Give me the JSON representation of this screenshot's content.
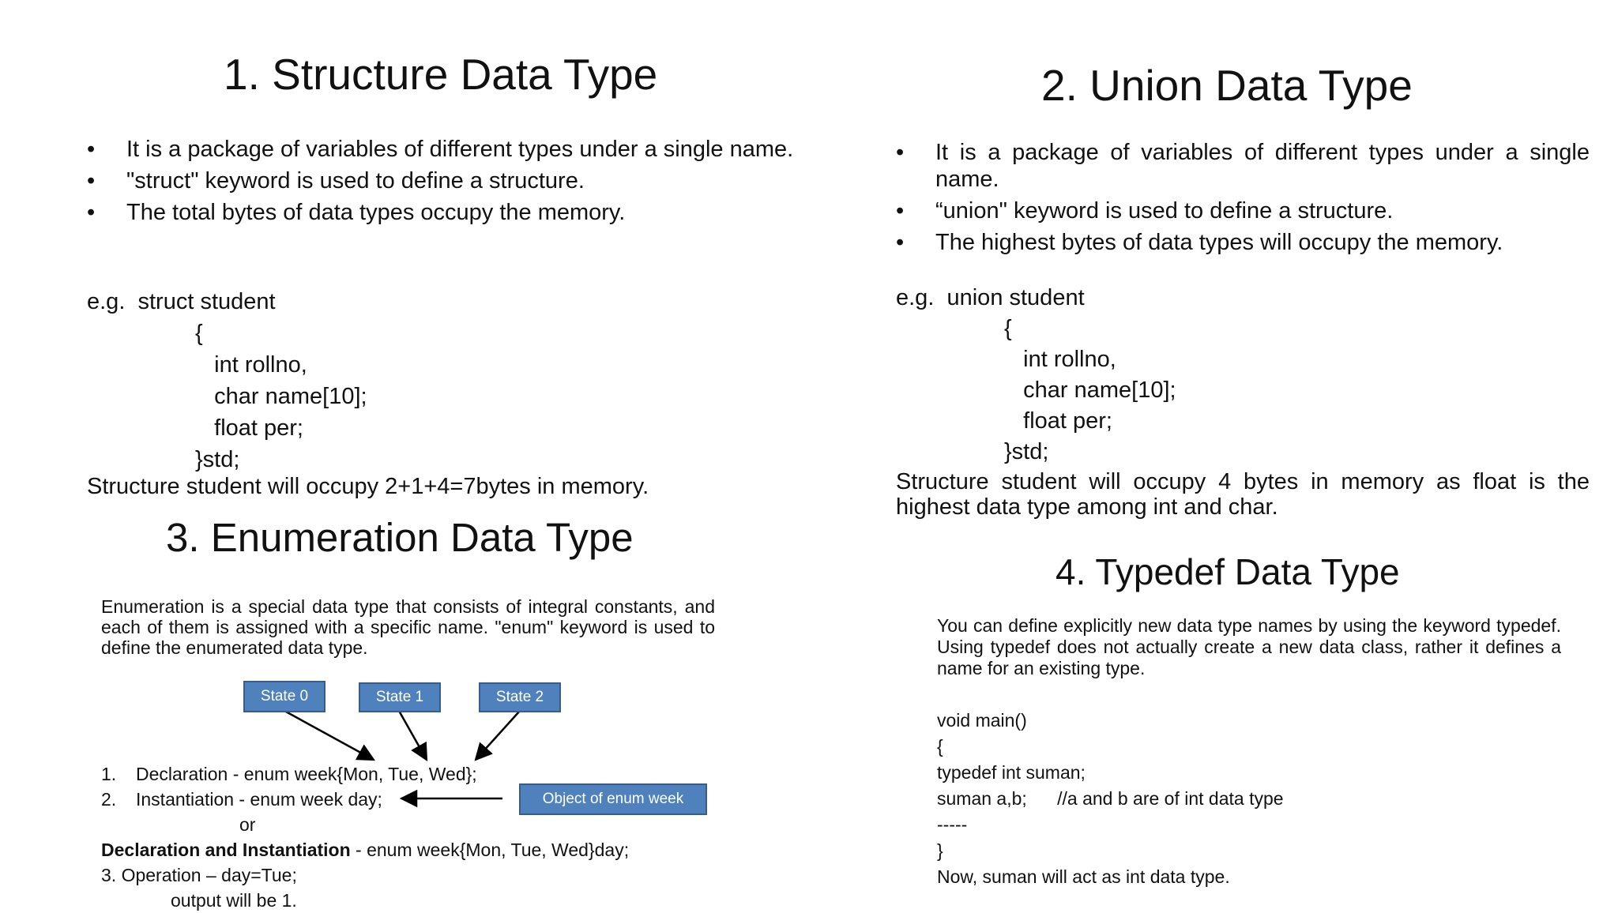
{
  "structure": {
    "title": "1. Structure Data Type",
    "bullets": [
      "It is a package of variables of different types under a single name.",
      "\"struct\" keyword is used to define a structure.",
      "The total bytes of data types occupy the memory."
    ],
    "example_lines": [
      "e.g.  struct student",
      "                 {",
      "                    int rollno,",
      "                    char name[10];",
      "                    float per;",
      "                 }std;"
    ],
    "summary": "Structure student will occupy 2+1+4=7bytes in memory."
  },
  "union": {
    "title": "2. Union Data Type",
    "bullets": [
      "It is a package of variables of different types under a single name.",
      "“union\" keyword is used to define a structure.",
      "The highest bytes of data types will occupy the memory."
    ],
    "example_lines": [
      "e.g.  union student",
      "                 {",
      "                    int rollno,",
      "                    char name[10];",
      "                    float per;",
      "                 }std;"
    ],
    "summary": "Structure student will occupy 4 bytes in memory as float is the highest data type among int and char."
  },
  "enumeration": {
    "title": "3. Enumeration Data Type",
    "description": "Enumeration is a special data type that consists of integral constants, and each of them is assigned with a specific name. \"enum\" keyword is used to define the enumerated data type.",
    "states": [
      "State 0",
      "State 1",
      "State 2"
    ],
    "object_label": "Object of enum week",
    "line1_num": "1.",
    "line1": "Declaration - enum week{Mon, Tue, Wed};",
    "line2_num": "2.",
    "line2": "Instantiation - enum week day;",
    "or": "or",
    "decl_bold": "Declaration and Instantiation",
    "decl_rest": " - enum week{Mon, Tue, Wed}day;",
    "operation": "3. Operation – day=Tue;",
    "output": "output will be 1."
  },
  "typedef": {
    "title": "4. Typedef Data Type",
    "description": "You can define explicitly new data type names by using the keyword typedef. Using typedef does not actually create a new data class, rather it defines a name for an existing type.",
    "code_lines": [
      "void main()",
      "{",
      "typedef int suman;",
      "suman a,b;      //a and b are of int data type",
      "-----",
      "}",
      "Now, suman will act as int data type."
    ]
  }
}
